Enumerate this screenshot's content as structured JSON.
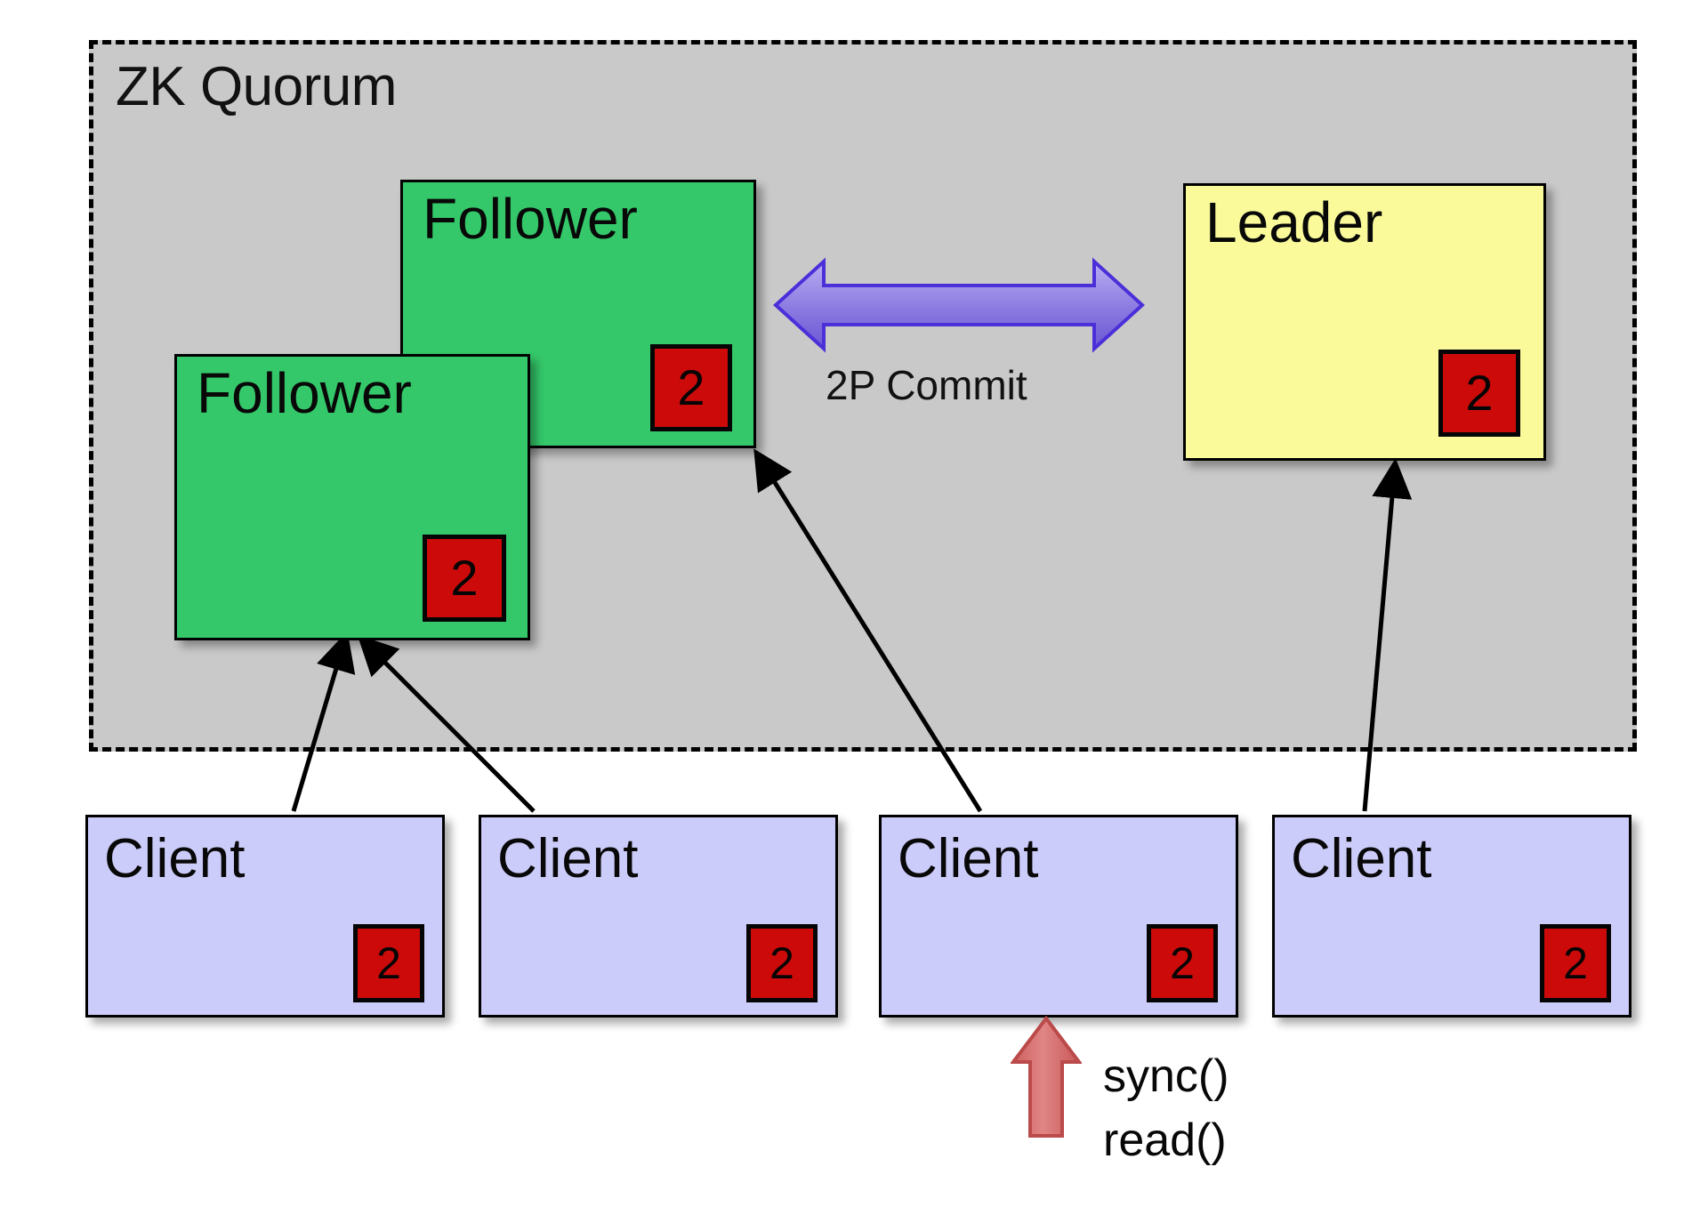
{
  "diagram": {
    "title": "ZK Quorum",
    "background": "#ffffff",
    "panel_fill": "#c9c9c9",
    "panel_border": "#000000"
  },
  "colors": {
    "follower": "#34c86a",
    "leader": "#fafa9b",
    "client": "#ccccfa",
    "badge": "#cc0a0a",
    "arrow_commit_fill": "#8a7ae0",
    "arrow_commit_stroke": "#4b2fd9",
    "arrow_sync_fill": "#dd6a6a",
    "arrow_sync_stroke": "#c04a4a",
    "connector": "#000000"
  },
  "quorum": {
    "nodes": [
      {
        "id": "follower-top",
        "label": "Follower",
        "badge": "2",
        "role": "follower"
      },
      {
        "id": "follower-bottom",
        "label": "Follower",
        "badge": "2",
        "role": "follower"
      },
      {
        "id": "leader",
        "label": "Leader",
        "badge": "2",
        "role": "leader"
      }
    ]
  },
  "commit_link": {
    "label": "2P Commit",
    "arrow": "double-headed-horizontal"
  },
  "clients": [
    {
      "id": "client-1",
      "label": "Client",
      "badge": "2"
    },
    {
      "id": "client-2",
      "label": "Client",
      "badge": "2"
    },
    {
      "id": "client-3",
      "label": "Client",
      "badge": "2"
    },
    {
      "id": "client-4",
      "label": "Client",
      "badge": "2"
    }
  ],
  "operations": {
    "sync": "sync()",
    "read": "read()"
  },
  "connections": [
    {
      "from": "client-1",
      "to": "follower-bottom"
    },
    {
      "from": "client-2",
      "to": "follower-bottom"
    },
    {
      "from": "client-3",
      "to": "follower-top"
    },
    {
      "from": "client-4",
      "to": "leader"
    }
  ]
}
